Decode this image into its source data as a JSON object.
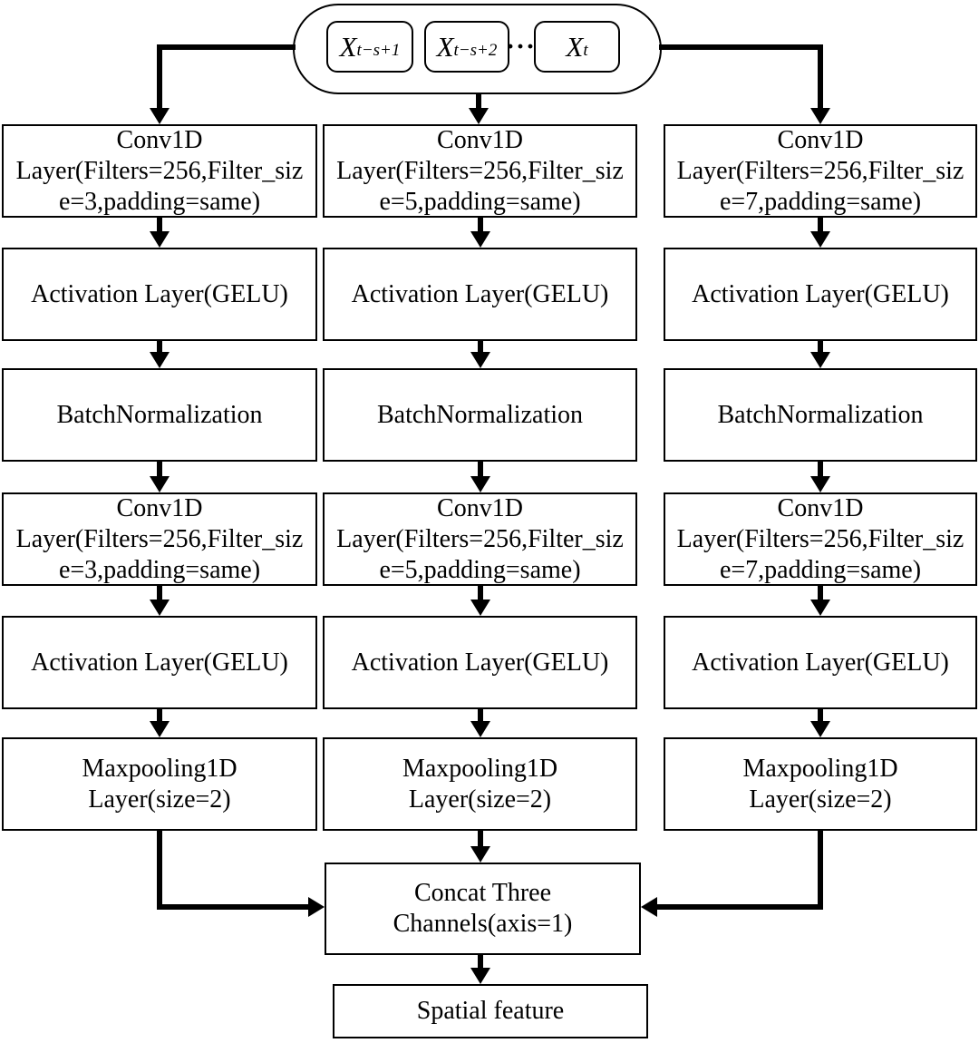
{
  "input_pill": {
    "items": [
      {
        "var": "X",
        "sub": "t−s+1"
      },
      {
        "var": "X",
        "sub": "t−s+2"
      },
      {
        "var": "X",
        "sub": "t"
      }
    ],
    "ellipsis": "···"
  },
  "columns": [
    {
      "conv1_line1": "Conv1D",
      "conv1_line2": "Layer(Filters=256,Filter_siz",
      "conv1_line3": "e=3,padding=same)",
      "activation1": "Activation Layer(GELU)",
      "batchnorm": "BatchNormalization",
      "conv2_line1": "Conv1D",
      "conv2_line2": "Layer(Filters=256,Filter_siz",
      "conv2_line3": "e=3,padding=same)",
      "activation2": "Activation Layer(GELU)",
      "maxpool_line1": "Maxpooling1D",
      "maxpool_line2": "Layer(size=2)"
    },
    {
      "conv1_line1": "Conv1D",
      "conv1_line2": "Layer(Filters=256,Filter_siz",
      "conv1_line3": "e=5,padding=same)",
      "activation1": "Activation Layer(GELU)",
      "batchnorm": "BatchNormalization",
      "conv2_line1": "Conv1D",
      "conv2_line2": "Layer(Filters=256,Filter_siz",
      "conv2_line3": "e=5,padding=same)",
      "activation2": "Activation Layer(GELU)",
      "maxpool_line1": "Maxpooling1D",
      "maxpool_line2": "Layer(size=2)"
    },
    {
      "conv1_line1": "Conv1D",
      "conv1_line2": "Layer(Filters=256,Filter_siz",
      "conv1_line3": "e=7,padding=same)",
      "activation1": "Activation Layer(GELU)",
      "batchnorm": "BatchNormalization",
      "conv2_line1": "Conv1D",
      "conv2_line2": "Layer(Filters=256,Filter_siz",
      "conv2_line3": "e=7,padding=same)",
      "activation2": "Activation Layer(GELU)",
      "maxpool_line1": "Maxpooling1D",
      "maxpool_line2": "Layer(size=2)"
    }
  ],
  "concat": {
    "line1": "Concat Three",
    "line2": "Channels(axis=1)"
  },
  "output": {
    "label": "Spatial feature"
  },
  "colors": {
    "line": "#000000",
    "box_border": "#000000",
    "box_fill": "#ffffff",
    "background": "#ffffff"
  }
}
